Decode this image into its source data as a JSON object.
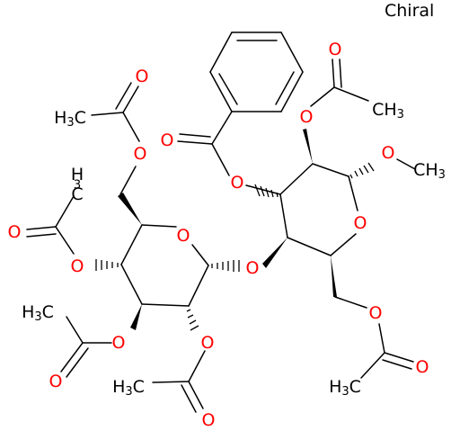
{
  "figure": {
    "chiral_label": "Chiral",
    "colors": {
      "bond": "#000000",
      "oxygen": "#ff0000",
      "carbon_label": "#000000"
    },
    "atoms": [
      {
        "id": "O_benzoyl_carbonyl",
        "text": "O",
        "element": "O"
      },
      {
        "id": "O_benzoyl_ester",
        "text": "O",
        "element": "O"
      },
      {
        "id": "O_acetyl2_carbonyl",
        "text": "O",
        "element": "O"
      },
      {
        "id": "O_acetyl2_ester",
        "text": "O",
        "element": "O"
      },
      {
        "id": "O_methoxy",
        "text": "O",
        "element": "O"
      },
      {
        "id": "C_methyl_methoxy",
        "text": "CH",
        "sub": "3",
        "element": "C"
      },
      {
        "id": "C_methyl_acetyl2",
        "text": "CH",
        "sub": "3",
        "element": "C"
      },
      {
        "id": "O_ring_right",
        "text": "O",
        "element": "O"
      },
      {
        "id": "O_glycosidic",
        "text": "O",
        "element": "O"
      },
      {
        "id": "O_acetyl6r_ester",
        "text": "O",
        "element": "O"
      },
      {
        "id": "O_acetyl6r_carbonyl",
        "text": "O",
        "element": "O"
      },
      {
        "id": "C_methyl_acetyl6r",
        "text": "H",
        "sub": "3",
        "tail": "C",
        "element": "C"
      },
      {
        "id": "O_ring_left",
        "text": "O",
        "element": "O"
      },
      {
        "id": "O_acetyl6l_ester",
        "text": "O",
        "element": "O"
      },
      {
        "id": "O_acetyl6l_carbonyl",
        "text": "O",
        "element": "O"
      },
      {
        "id": "C_methyl_acetyl6l",
        "text": "H",
        "sub": "3",
        "tail": "C",
        "element": "C"
      },
      {
        "id": "O_acetyl4_ester",
        "text": "O",
        "element": "O"
      },
      {
        "id": "O_acetyl4_carbonyl",
        "text": "O",
        "element": "O"
      },
      {
        "id": "C_methyl_acetyl4_H",
        "text": "H",
        "element": "C"
      },
      {
        "id": "C_methyl_acetyl4_3",
        "text": "3",
        "element": "C"
      },
      {
        "id": "C_methyl_acetyl4_C",
        "text": "C",
        "element": "C"
      },
      {
        "id": "O_acetyl3_ester",
        "text": "O",
        "element": "O"
      },
      {
        "id": "O_acetyl3_carbonyl",
        "text": "O",
        "element": "O"
      },
      {
        "id": "C_methyl_acetyl3",
        "text": "H",
        "sub": "3",
        "tail": "C",
        "element": "C"
      },
      {
        "id": "O_acetyl2l_ester",
        "text": "O",
        "element": "O"
      },
      {
        "id": "O_acetyl2l_carbonyl",
        "text": "O",
        "element": "O"
      },
      {
        "id": "C_methyl_acetyl2l",
        "text": "H",
        "sub": "3",
        "tail": "C",
        "element": "C"
      }
    ]
  }
}
